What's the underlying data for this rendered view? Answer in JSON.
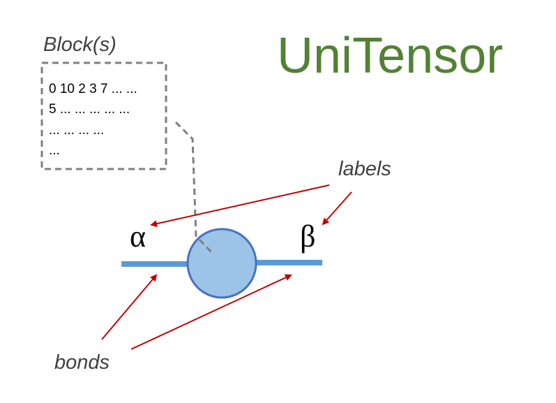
{
  "title": "UniTensor",
  "block": {
    "label": "Block(s)",
    "lines": [
      "0 10 2 3 7 ... ...",
      "5  ... ... ... ... ...",
      "... ... ... ...",
      "..."
    ]
  },
  "labels_annotation": "labels",
  "bonds_annotation": "bonds",
  "tensor": {
    "left_label": "α",
    "right_label": "β"
  },
  "colors": {
    "title": "#538135",
    "bond": "#5b9bd5",
    "node_fill": "#9dc3e6",
    "node_stroke": "#4472c4",
    "arrow": "#c00000",
    "dashed": "#7f7f7f",
    "annotation_text": "#404040"
  }
}
